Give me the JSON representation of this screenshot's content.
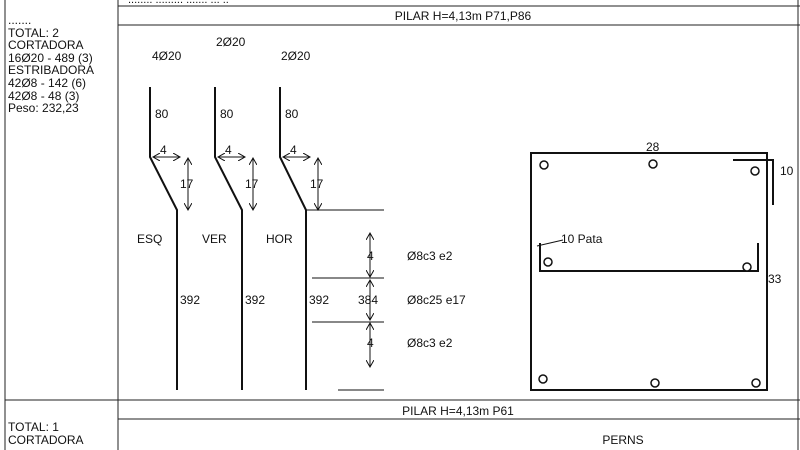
{
  "top_fragment": "........ ......... ....... ... ..",
  "sidebar_top": {
    "dots": ".......",
    "lines": [
      "TOTAL: 2",
      "CORTADORA",
      "16Ø20 - 489 (3)",
      "ESTRIBADORA",
      "42Ø8 - 142 (6)",
      "42Ø8 - 48 (3)",
      "Peso: 232,23"
    ]
  },
  "sidebar_bottom": {
    "lines": [
      "TOTAL: 1",
      "CORTADORA"
    ]
  },
  "section1_title": "PILAR H=4,13m P71,P86",
  "section2_title": "PILAR H=4,13m P61",
  "perns_label": "PERNS",
  "bars": [
    {
      "count": "4Ø20",
      "hook": "80",
      "bend_h": "4",
      "bend_v": "17",
      "dir": "ESQ",
      "length": "392"
    },
    {
      "count": "2Ø20",
      "hook": "80",
      "bend_h": "4",
      "bend_v": "17",
      "dir": "VER",
      "length": "392"
    },
    {
      "count": "2Ø20",
      "hook": "80",
      "bend_h": "4",
      "bend_v": "17",
      "dir": "HOR",
      "length": "392"
    }
  ],
  "stirrup_zones": {
    "top_dim": "4",
    "top_label": "Ø8c3 e2",
    "mid_dim": "384",
    "mid_label": "Ø8c25 e17",
    "bot_dim": "4",
    "bot_label": "Ø8c3 e2"
  },
  "section_dims": {
    "width": "28",
    "hook": "10",
    "height": "33",
    "pata": "10 Pata"
  }
}
